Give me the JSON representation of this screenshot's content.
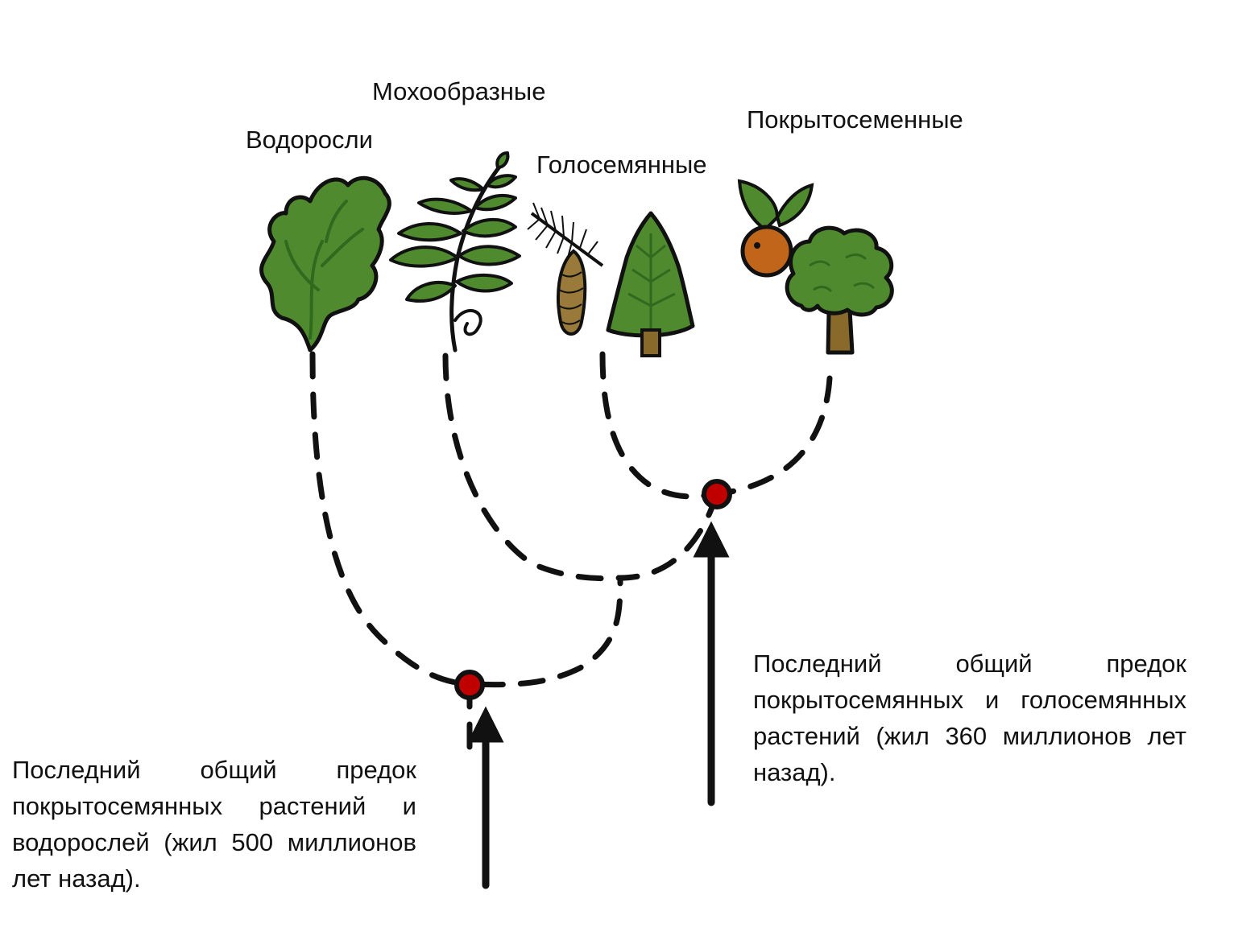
{
  "taxa": {
    "algae": "Водоросли",
    "mosses": "Мохообразные",
    "gymnosperms": "Голосемянные",
    "angiosperms": "Покрытосеменные"
  },
  "notes": {
    "left": "Последний общий предок покрытосемянных растений и водорослей (жил 500 миллионов лет назад).",
    "right": "Последний общий предок покрытосемянных и голосемянных растений (жил 360 миллионов лет назад)."
  },
  "colors": {
    "node": "#c00000",
    "leaf_green": "#4f8a2f",
    "dark_green": "#2f6a1f",
    "trunk": "#8a6a2a",
    "orange_fruit": "#c0651a",
    "line": "#111111"
  },
  "icons": [
    "algae-icon",
    "fern-icon",
    "pine-branch-icon",
    "fir-tree-icon",
    "orange-fruit-icon",
    "deciduous-tree-icon"
  ]
}
